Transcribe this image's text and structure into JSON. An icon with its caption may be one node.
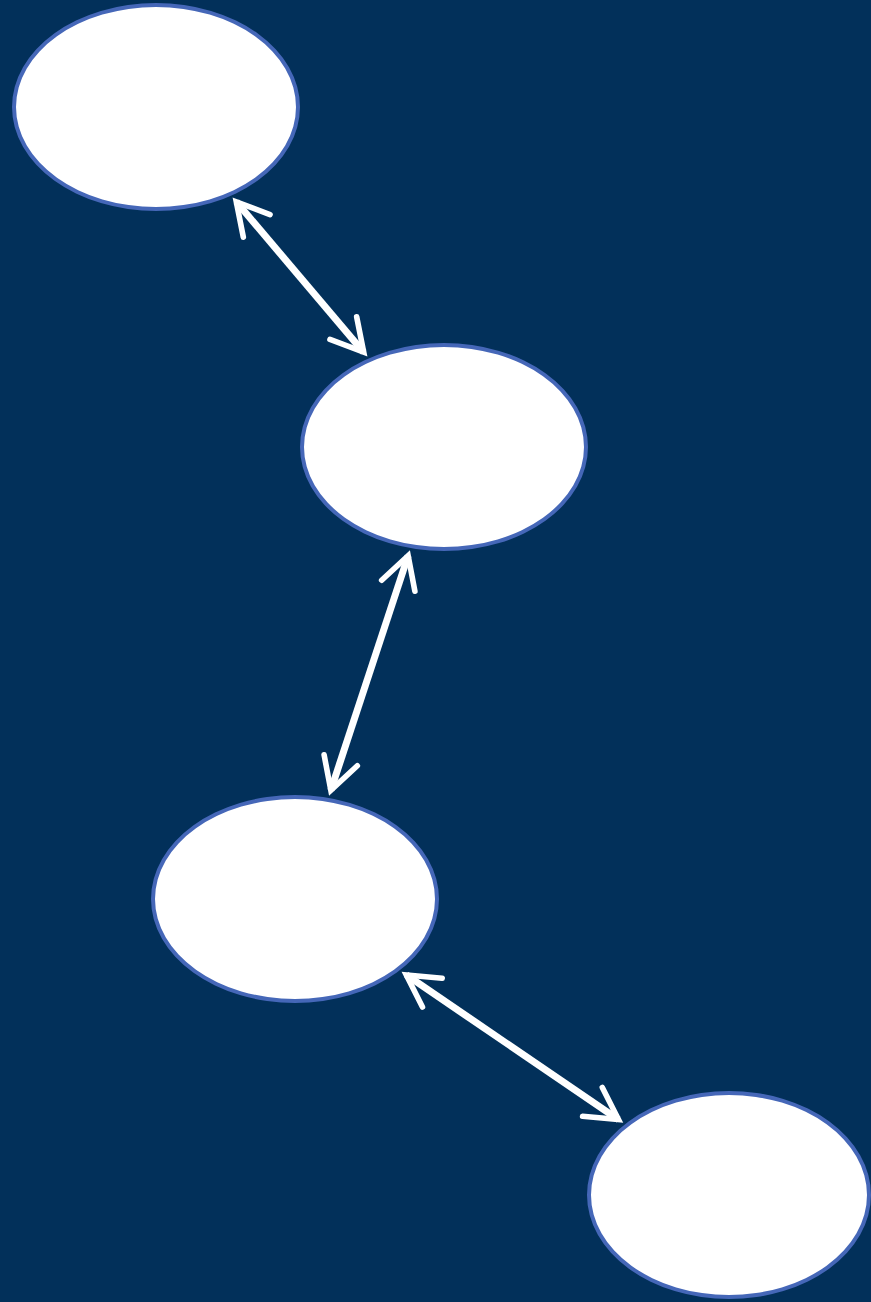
{
  "diagram": {
    "nodes": [
      {
        "text": [],
        "shape": "ellipse"
      },
      {
        "text": [],
        "shape": "ellipse"
      },
      {
        "text": [],
        "shape": "ellipse"
      },
      {
        "text": [],
        "shape": "ellipse"
      }
    ],
    "edges": [
      {
        "from": 0,
        "to": 1,
        "arrow": "both"
      },
      {
        "from": 1,
        "to": 2,
        "arrow": "both"
      },
      {
        "from": 2,
        "to": 3,
        "arrow": "both"
      }
    ]
  }
}
